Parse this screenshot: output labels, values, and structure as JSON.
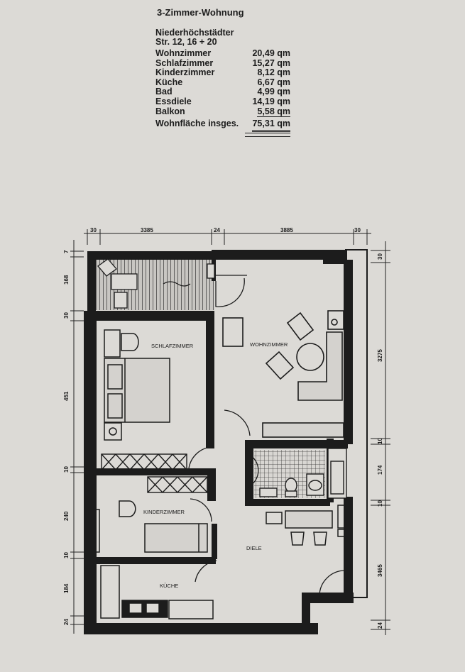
{
  "header": {
    "title": "3-Zimmer-Wohnung",
    "address_line1": "Niederhöchstädter",
    "address_line2": "Str. 12, 16 + 20"
  },
  "areas": {
    "rows": [
      {
        "name": "Wohnzimmer",
        "value": "20,49 qm"
      },
      {
        "name": "Schlafzimmer",
        "value": "15,27 qm"
      },
      {
        "name": "Kinderzimmer",
        "value": "8,12 qm"
      },
      {
        "name": "Küche",
        "value": "6,67 qm"
      },
      {
        "name": "Bad",
        "value": "4,99 qm"
      },
      {
        "name": "Essdiele",
        "value": "14,19 qm"
      },
      {
        "name": "Balkon",
        "value": "5,58 qm"
      }
    ],
    "total_label": "Wohnfläche insges.",
    "total_value": "75,31 qm"
  },
  "plan": {
    "rooms": {
      "schlafzimmer": "SCHLAFZIMMER",
      "wohnzimmer": "WOHNZIMMER",
      "kinderzimmer": "KINDERZIMMER",
      "diele": "DIELE",
      "kueche": "KÜCHE"
    },
    "dims_top": [
      "30",
      "3385",
      "24",
      "3885",
      "30"
    ],
    "dims_left": [
      "7",
      "168",
      "30",
      "451",
      "10",
      "240",
      "10",
      "184",
      "24"
    ],
    "dims_right": [
      "30",
      "3275",
      "10",
      "174",
      "10",
      "3465",
      "24"
    ]
  },
  "colors": {
    "paper": "#dcdad6",
    "ink": "#1c1c1c"
  }
}
